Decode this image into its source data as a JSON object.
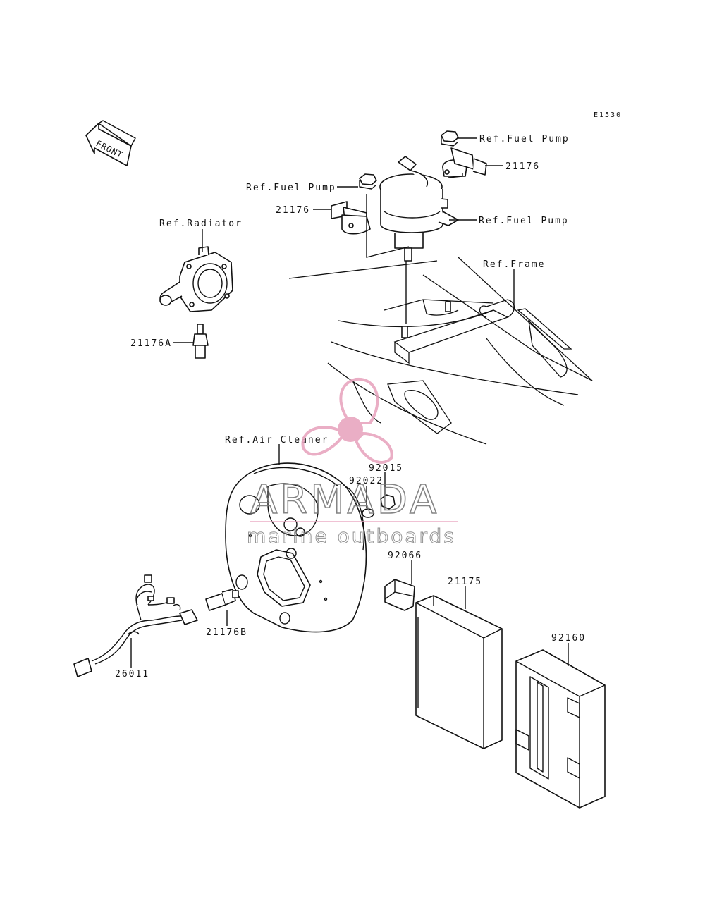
{
  "diagram": {
    "code": "E1530",
    "front_label": "FRONT",
    "labels": {
      "ref_fuel_pump_top": "Ref.Fuel Pump",
      "part_21176_top": "21176",
      "ref_fuel_pump_left": "Ref.Fuel Pump",
      "part_21176_left": "21176",
      "ref_fuel_pump_right": "Ref.Fuel Pump",
      "ref_radiator": "Ref.Radiator",
      "ref_frame": "Ref.Frame",
      "part_21176a": "21176A",
      "ref_air_cleaner": "Ref.Air Cleaner",
      "part_92015": "92015",
      "part_92022": "92022",
      "part_92066": "92066",
      "part_21175": "21175",
      "part_21176b": "21176B",
      "part_26011": "26011",
      "part_92160": "92160"
    }
  },
  "watermark": {
    "brand": "ARMADA",
    "tagline": "marine outboards",
    "accent_color": "#e8a6bf",
    "outline_color": "#777777"
  }
}
